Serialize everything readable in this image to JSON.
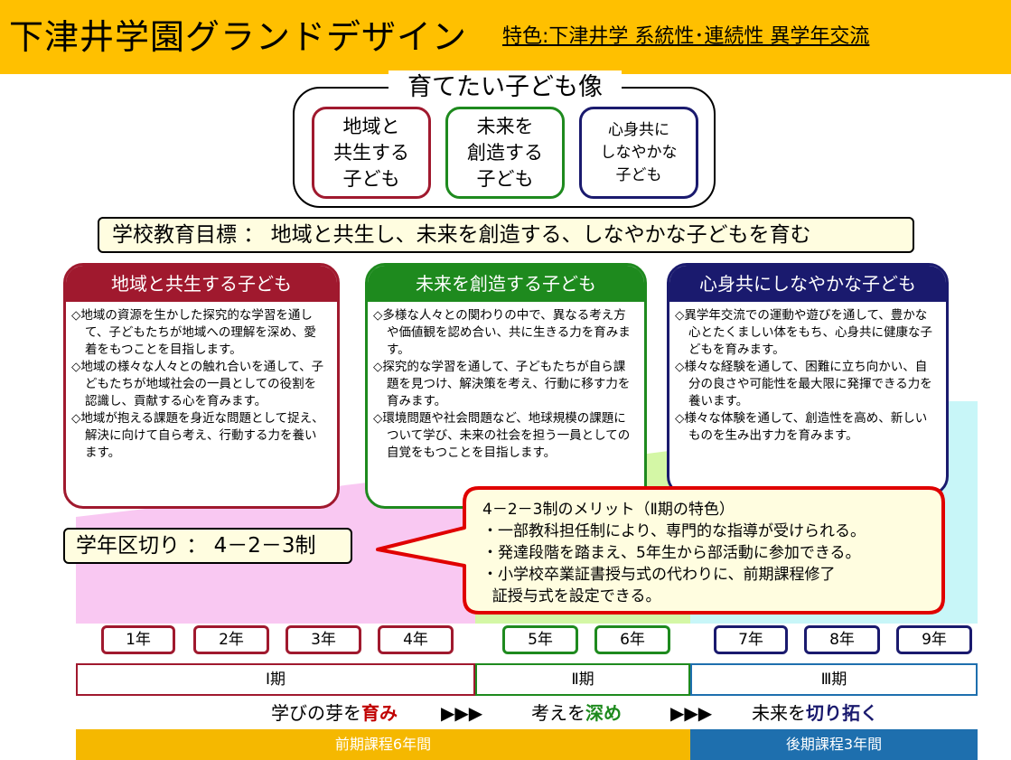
{
  "title": "下津井学園グランドデザイン",
  "feature": "特色:下津井学 系統性･連続性 異学年交流",
  "vision": {
    "heading": "育てたい子ども像",
    "items": [
      {
        "text": "地域と\n共生する\n子ども",
        "color": "#a0192e"
      },
      {
        "text": "未来を\n創造する\n子ども",
        "color": "#1e8a1e"
      },
      {
        "text": "心身共に\nしなやかな\n子ども",
        "color": "#1a1a6e"
      }
    ]
  },
  "goal": "学校教育目標 ： 地域と共生し、未来を創造する、しなやかな子どもを育む",
  "columns": [
    {
      "heading": "地域と共生する子ども",
      "color": "#a0192e",
      "items": [
        "地域の資源を生かした探究的な学習を通して、子どもたちが地域への理解を深め、愛着をもつことを目指します。",
        "地域の様々な人々との触れ合いを通して、子どもたちが地域社会の一員としての役割を認識し、貢献する心を育みます。",
        "地域が抱える課題を身近な問題として捉え、解決に向けて自ら考え、行動する力を養います。"
      ]
    },
    {
      "heading": "未来を創造する子ども",
      "color": "#1e8a1e",
      "items": [
        "多様な人々との関わりの中で、異なる考え方や価値観を認め合い、共に生きる力を育みます。",
        "探究的な学習を通して、子どもたちが自ら課題を見つけ、解決策を考え、行動に移す力を育みます。",
        "環境問題や社会問題など、地球規模の課題について学び、未来の社会を担う一員としての自覚をもつことを目指します。"
      ]
    },
    {
      "heading": "心身共にしなやかな子ども",
      "color": "#1a1a6e",
      "items": [
        "異学年交流での運動や遊びを通して、豊かな心とたくましい体をもち、心身共に健康な子どもを育みます。",
        "様々な経験を通して、困難に立ち向かい、自分の良さや可能性を最大限に発揮できる力を養います。",
        "様々な体験を通して、創造性を高め、新しいものを生み出す力を育みます。"
      ]
    }
  ],
  "grade_division": "学年区切り ： 4－2－3制",
  "callout": {
    "title": "4－2－3制のメリット（Ⅱ期の特色）",
    "lines": [
      "・一部教科担任制により、専門的な指導が受けられる。",
      "・発達段階を踏まえ、5年生から部活動に参加できる。",
      "・小学校卒業証書授与式の代わりに、前期課程修了",
      "  証授与式を設定できる。"
    ],
    "border_color": "#e00000"
  },
  "grades": [
    "1年",
    "2年",
    "3年",
    "4年",
    "5年",
    "6年",
    "7年",
    "8年",
    "9年"
  ],
  "periods": [
    "Ⅰ期",
    "Ⅱ期",
    "Ⅲ期"
  ],
  "phrases": [
    {
      "plain": "学びの芽を",
      "emph": "育み"
    },
    {
      "plain": "考えを",
      "emph": "深め"
    },
    {
      "plain": "未来を",
      "emph": "切り拓く"
    }
  ],
  "arrows": "▶▶▶",
  "footer": {
    "front": "前期課程6年間",
    "back": "後期課程3年間"
  },
  "colors": {
    "header": "#ffc000",
    "stage1_bg": "#f9c8f2",
    "stage2_bg": "#d4f7a6",
    "stage3_bg": "#c8f6f8",
    "footer_front": "#f5b800",
    "footer_back": "#1e6fae"
  }
}
